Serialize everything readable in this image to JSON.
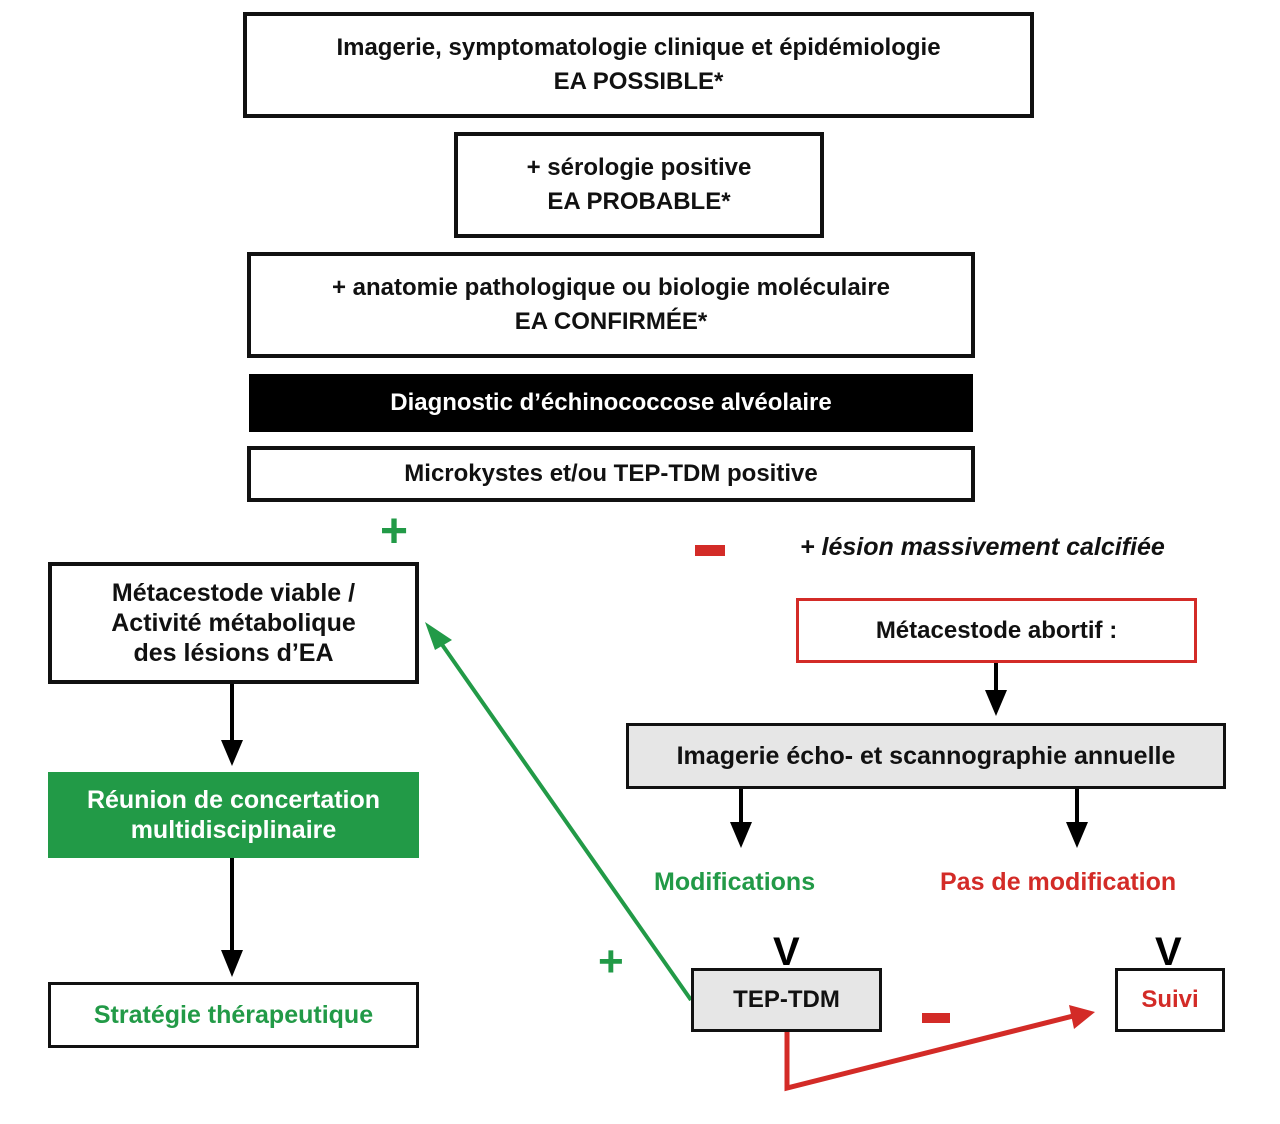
{
  "diagram": {
    "colors": {
      "green": "#229a47",
      "red": "#d32b27",
      "black": "#111111",
      "grey_fill": "#e6e6e6"
    },
    "nodes": {
      "possible": {
        "line1": "Imagerie, symptomatologie clinique et épidémiologie",
        "line2": "EA POSSIBLE*"
      },
      "probable": {
        "line1": "+ sérologie positive",
        "line2": "EA PROBABLE*"
      },
      "confirmed": {
        "line1": "+ anatomie pathologique ou biologie moléculaire",
        "line2": "EA CONFIRMÉE*"
      },
      "diagnosis": {
        "label": "Diagnostic d’échinococcose alvéolaire"
      },
      "microcysts": {
        "label": "Microkystes et/ou TEP-TDM positive"
      },
      "viable": {
        "line1": "Métacestode viable /",
        "line2": "Activité métabolique",
        "line3": "des lésions d’EA"
      },
      "rcp": {
        "line1": "Réunion de concertation",
        "line2": "multidisciplinaire"
      },
      "strategy": {
        "label": "Stratégie thérapeutique"
      },
      "abortive": {
        "label": "Métacestode abortif :"
      },
      "imaging": {
        "label": "Imagerie écho- et scannographie annuelle"
      },
      "pet": {
        "label": "TEP-TDM"
      },
      "followup": {
        "label": "Suivi"
      }
    },
    "labels": {
      "calcified": "+ lésion massivement calcifiée",
      "modifications": "Modifications",
      "no_modification": "Pas de modification",
      "plus_sign": "+",
      "v_mark": "V"
    },
    "edges": [
      {
        "from": "microcysts",
        "to": "viable",
        "sign": "+"
      },
      {
        "from": "microcysts",
        "to": "abortive",
        "sign": "-"
      },
      {
        "from": "viable",
        "to": "rcp"
      },
      {
        "from": "rcp",
        "to": "strategy"
      },
      {
        "from": "abortive",
        "to": "imaging"
      },
      {
        "from": "imaging",
        "to": "modifications"
      },
      {
        "from": "imaging",
        "to": "no_modification"
      },
      {
        "from": "modifications",
        "to": "pet"
      },
      {
        "from": "no_modification",
        "to": "followup"
      },
      {
        "from": "pet",
        "to": "viable",
        "sign": "+"
      },
      {
        "from": "pet",
        "to": "followup",
        "sign": "-"
      }
    ]
  }
}
